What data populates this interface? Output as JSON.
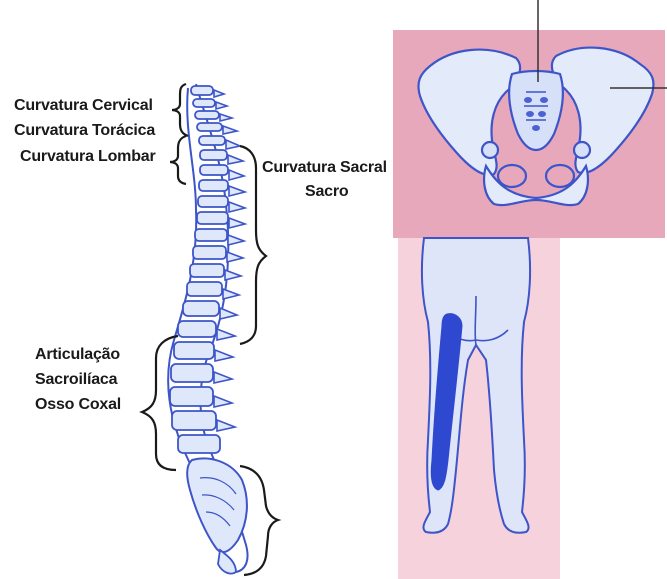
{
  "labels": {
    "cervical": "Curvatura Cervical",
    "toracica": "Curvatura Torácica",
    "lombar": "Curvatura Lombar",
    "sacral": "Curvatura Sacral",
    "sacro": "Sacro",
    "articulacao": "Articulação",
    "sacroiliaca": "Sacroilíaca",
    "osso_coxal": "Osso Coxal"
  },
  "colors": {
    "bone_outline": "#3d55c8",
    "bone_fill": "#dfe7fb",
    "pelvis_panel": "#e9a9bd",
    "legs_panel": "#f6d3de",
    "pain_band": "#2e49cf"
  }
}
